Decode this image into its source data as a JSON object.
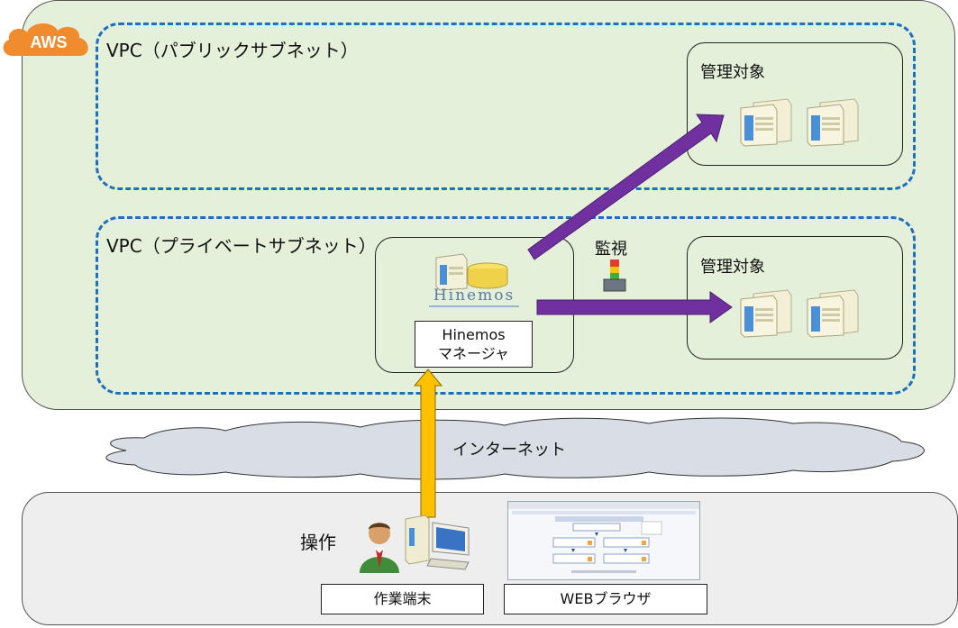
{
  "aws": {
    "badge": "AWS"
  },
  "vpc_public": {
    "label": "VPC（パブリックサブネット）"
  },
  "vpc_private": {
    "label": "VPC（プライベートサブネット）"
  },
  "managed_public": {
    "label": "管理対象"
  },
  "managed_private": {
    "label": "管理対象"
  },
  "monitor": {
    "label": "監視"
  },
  "manager": {
    "logo_text": "Hinemos",
    "name_line1": "Hinemos",
    "name_line2": "マネージャ"
  },
  "internet": {
    "label": "インターネット"
  },
  "operation": {
    "label": "操作"
  },
  "terminal": {
    "label": "作業端末"
  },
  "browser": {
    "label": "WEBブラウザ"
  },
  "colors": {
    "monitor_arrow": "#7030a0",
    "operation_arrow": "#ffc000",
    "vpc_border": "#1f6fbf",
    "aws_region": "#e4f0d9"
  }
}
